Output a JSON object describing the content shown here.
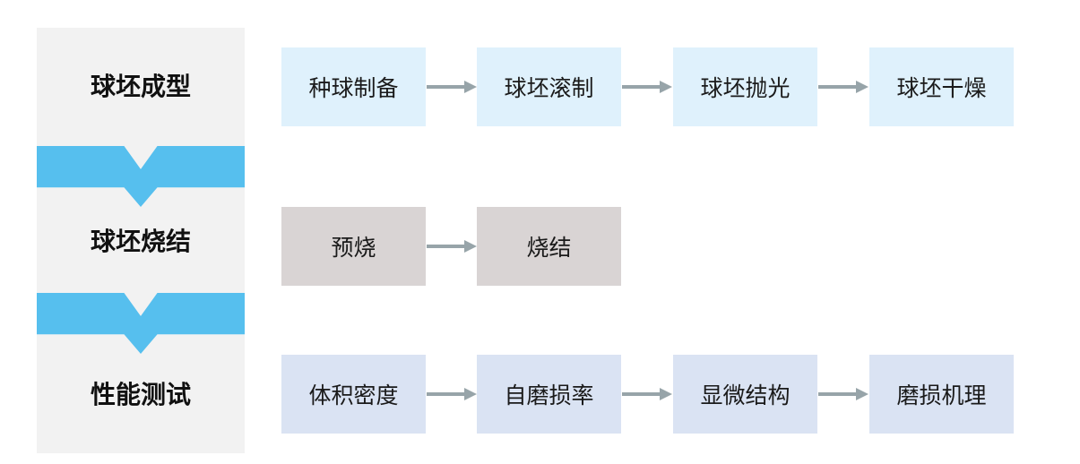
{
  "stages": [
    {
      "label": "球坯成型",
      "steps": [
        "种球制备",
        "球坯滚制",
        "球坯抛光",
        "球坯干燥"
      ]
    },
    {
      "label": "球坯烧结",
      "steps": [
        "预烧",
        "烧结"
      ]
    },
    {
      "label": "性能测试",
      "steps": [
        "体积密度",
        "自磨损率",
        "显微结构",
        "磨损机理"
      ]
    }
  ],
  "colors": {
    "sidebar_bg": "#f2f2f2",
    "chevron": "#56bfee",
    "row1_box": "#dff1fc",
    "row2_box": "#d9d4d4",
    "row3_box": "#dae3f3",
    "arrow": "#97a4a9"
  }
}
